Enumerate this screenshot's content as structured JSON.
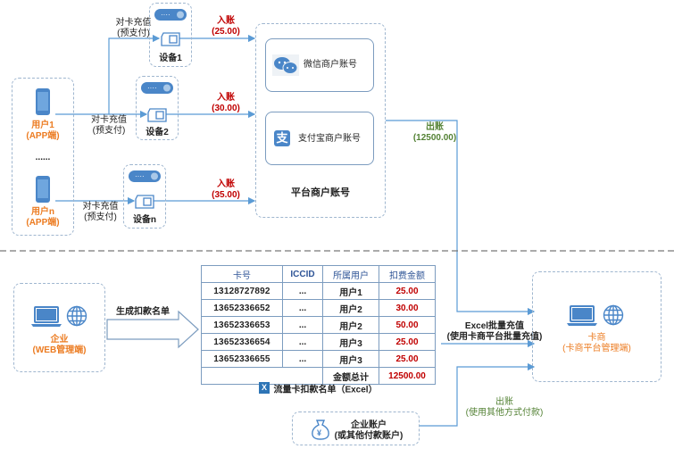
{
  "top": {
    "users": [
      {
        "name": "用户1",
        "client": "(APP端)"
      },
      {
        "name": "用户n",
        "client": "(APP端)"
      }
    ],
    "ellipsis": "......",
    "devices": [
      {
        "name": "设备1",
        "topup": "对卡充值",
        "topup_sub": "(预支付)",
        "income": "入账",
        "amount": "(25.00)"
      },
      {
        "name": "设备2",
        "topup": "对卡充值",
        "topup_sub": "(预支付)",
        "income": "入账",
        "amount": "(30.00)"
      },
      {
        "name": "设备n",
        "topup": "对卡充值",
        "topup_sub": "(预支付)",
        "income": "入账",
        "amount": "(35.00)"
      }
    ],
    "platform": {
      "title": "平台商户账号",
      "wechat": "微信商户账号",
      "alipay": "支付宝商户账号",
      "alipay_glyph": "支"
    },
    "payout": {
      "label": "出账",
      "amount": "(12500.00)"
    }
  },
  "bottom": {
    "enterprise": {
      "name": "企业",
      "client": "(WEB管理端)"
    },
    "generate_label": "生成扣款名单",
    "table": {
      "headers": [
        "卡号",
        "ICCID",
        "所属用户",
        "扣费金额"
      ],
      "rows": [
        [
          "13128727892",
          "...",
          "用户1",
          "25.00"
        ],
        [
          "13652336652",
          "...",
          "用户2",
          "30.00"
        ],
        [
          "13652336653",
          "...",
          "用户2",
          "50.00"
        ],
        [
          "13652336654",
          "...",
          "用户3",
          "25.00"
        ],
        [
          "13652336655",
          "...",
          "用户3",
          "25.00"
        ]
      ],
      "total_label": "金额总计",
      "total_value": "12500.00",
      "caption": "流量卡扣款名单（Excel）",
      "excel_glyph": "X"
    },
    "batch": {
      "line1": "Excel批量充值",
      "line2": "(使用卡商平台批量充值)"
    },
    "carrier": {
      "name": "卡商",
      "client": "(卡商平台管理端)"
    },
    "account": {
      "line1": "企业账户",
      "line2": "(或其他付款账户)",
      "glyph": "¥"
    },
    "other_payout": {
      "label": "出账",
      "sub": "(使用其他方式付款)"
    }
  },
  "colors": {
    "line": "#5b9bd5",
    "orange": "#ec7c22",
    "red": "#c00000",
    "green": "#548235",
    "icon_blue": "#4a86c8"
  }
}
